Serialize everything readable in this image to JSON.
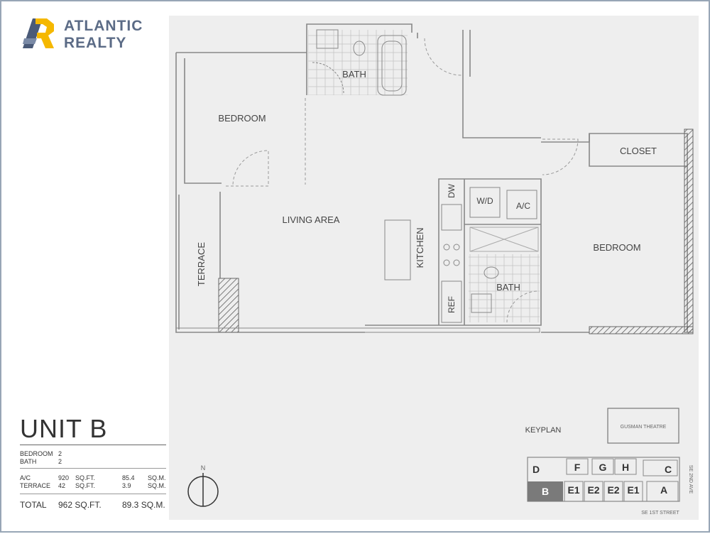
{
  "brand": {
    "line1": "ATLANTIC",
    "line2": "REALTY",
    "icon": "ar-monogram-logo",
    "colors": {
      "text": "#5b6b86",
      "accent": "#f5b800",
      "dark": "#4a5a78"
    }
  },
  "rooms": {
    "bedroom_1": "BEDROOM",
    "bath_1": "BATH",
    "living": "LIVING AREA",
    "terrace": "TERRACE",
    "kitchen": "KITCHEN",
    "dw": "DW",
    "wd": "W/D",
    "ac": "A/C",
    "ref": "REF",
    "bath_2": "BATH",
    "closet": "CLOSET",
    "bedroom_2": "BEDROOM"
  },
  "unit": {
    "title": "UNIT B",
    "specs": [
      {
        "label": "BEDROOM",
        "value": "2"
      },
      {
        "label": "BATH",
        "value": "2"
      }
    ],
    "areas": [
      {
        "label": "A/C",
        "sqft": "920",
        "sqft_unit": "SQ.FT.",
        "sqm": "85.4",
        "sqm_unit": "SQ.M."
      },
      {
        "label": "TERRACE",
        "sqft": "42",
        "sqft_unit": "SQ.FT.",
        "sqm": "3.9",
        "sqm_unit": "SQ.M."
      }
    ],
    "total": {
      "label": "TOTAL",
      "sqft": "962 SQ.FT.",
      "sqm": "89.3 SQ.M."
    }
  },
  "compass": {
    "label": "N",
    "icon": "north-arrow-icon"
  },
  "keyplan": {
    "title": "KEYPLAN",
    "theatre": "GUSMAN THEATRE",
    "units_top": [
      "D",
      "F",
      "G",
      "H",
      "C"
    ],
    "units_bottom": [
      "B",
      "E1",
      "E2",
      "E2",
      "E1",
      "A"
    ],
    "highlighted": "B",
    "street_bottom": "SE 1ST STREET",
    "street_right": "SE 2ND AVE"
  }
}
